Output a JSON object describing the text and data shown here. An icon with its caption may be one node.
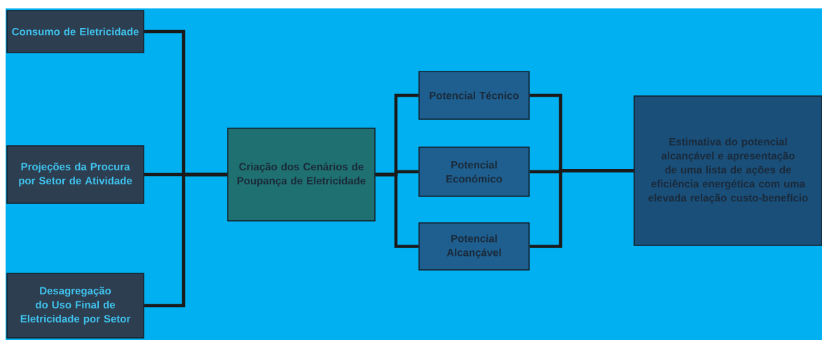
{
  "diagram": {
    "nodes": [
      {
        "text": [
          "Consumo de Eletricidade"
        ]
      },
      {
        "text": [
          "Projeções da Procura por Setor de Atividade"
        ]
      },
      {
        "text": [
          "Desagregação do Uso Final de Eletricidade por Setor"
        ]
      },
      {
        "text": [
          "Criação dos Cenários de Poupança de Eletricidade"
        ]
      },
      {
        "text": [
          "Potencial Técnico"
        ]
      },
      {
        "text": [
          "Potencial Económico"
        ]
      },
      {
        "text": [
          "Potencial Alcançável"
        ]
      },
      {
        "text": [
          "Estimativa do potencial alcançável e apresentação de uma lista de ações de eficiência energética com uma elevada relação custo-benefício"
        ]
      }
    ],
    "edges": [
      {
        "from": 0,
        "to": 3,
        "arrow": "none"
      },
      {
        "from": 1,
        "to": 3,
        "arrow": "none"
      },
      {
        "from": 2,
        "to": 3,
        "arrow": "none"
      },
      {
        "from": 3,
        "to": 4,
        "arrow": "none"
      },
      {
        "from": 3,
        "to": 5,
        "arrow": "none"
      },
      {
        "from": 3,
        "to": 6,
        "arrow": "none"
      },
      {
        "from": 4,
        "to": 7,
        "arrow": "none"
      },
      {
        "from": 5,
        "to": 7,
        "arrow": "none"
      },
      {
        "from": 6,
        "to": 7,
        "arrow": "none"
      }
    ]
  }
}
